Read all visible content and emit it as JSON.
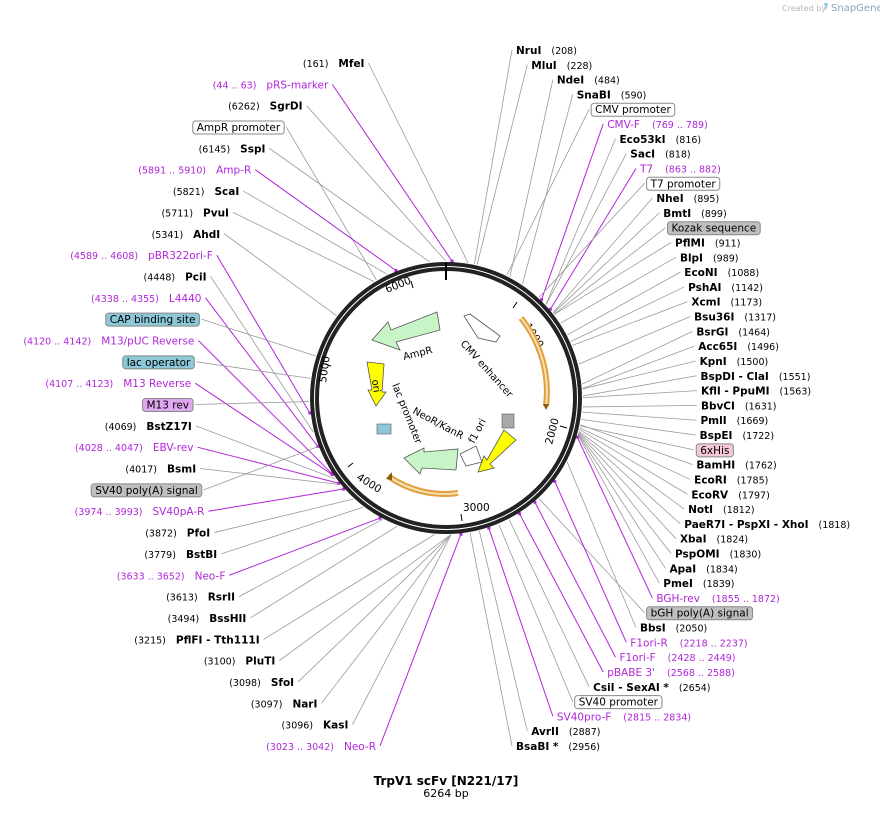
{
  "header": {
    "created_by": "Created by",
    "brand": "SnapGene"
  },
  "plasmid": {
    "name": "TrpV1 scFv [N221/17]",
    "length": "6264 bp"
  },
  "ticks": [
    "1000",
    "2000",
    "3000",
    "4000",
    "5000",
    "6000"
  ],
  "right_labels": [
    {
      "type": "enzyme",
      "name": "NruI",
      "pos": "(208)"
    },
    {
      "type": "enzyme",
      "name": "MluI",
      "pos": "(228)"
    },
    {
      "type": "enzyme",
      "name": "NdeI",
      "pos": "(484)"
    },
    {
      "type": "enzyme",
      "name": "SnaBI",
      "pos": "(590)"
    },
    {
      "type": "feature",
      "name": "CMV promoter"
    },
    {
      "type": "primer",
      "name": "CMV-F",
      "pos": "(769 .. 789)"
    },
    {
      "type": "enzyme",
      "name": "Eco53kI",
      "pos": "(816)"
    },
    {
      "type": "enzyme",
      "name": "SacI",
      "pos": "(818)"
    },
    {
      "type": "primer",
      "name": "T7",
      "pos": "(863 .. 882)"
    },
    {
      "type": "feature",
      "name": "T7 promoter"
    },
    {
      "type": "enzyme",
      "name": "NheI",
      "pos": "(895)"
    },
    {
      "type": "enzyme",
      "name": "BmtI",
      "pos": "(899)"
    },
    {
      "type": "feature",
      "name": "Kozak sequence",
      "fill": "#bfbfbf"
    },
    {
      "type": "enzyme",
      "name": "PflMI",
      "pos": "(911)"
    },
    {
      "type": "enzyme",
      "name": "BlpI",
      "pos": "(989)"
    },
    {
      "type": "enzyme",
      "name": "EcoNI",
      "pos": "(1088)"
    },
    {
      "type": "enzyme",
      "name": "PshAI",
      "pos": "(1142)"
    },
    {
      "type": "enzyme",
      "name": "XcmI",
      "pos": "(1173)"
    },
    {
      "type": "enzyme",
      "name": "Bsu36I",
      "pos": "(1317)"
    },
    {
      "type": "enzyme",
      "name": "BsrGI",
      "pos": "(1464)"
    },
    {
      "type": "enzyme",
      "name": "Acc65I",
      "pos": "(1496)"
    },
    {
      "type": "enzyme",
      "name": "KpnI",
      "pos": "(1500)"
    },
    {
      "type": "enzyme",
      "name": "BspDI - ClaI",
      "pos": "(1551)"
    },
    {
      "type": "enzyme",
      "name": "KflI - PpuMI",
      "pos": "(1563)"
    },
    {
      "type": "enzyme",
      "name": "BbvCI",
      "pos": "(1631)"
    },
    {
      "type": "enzyme",
      "name": "PmlI",
      "pos": "(1669)"
    },
    {
      "type": "enzyme",
      "name": "BspEI",
      "pos": "(1722)"
    },
    {
      "type": "feature",
      "name": "6xHis",
      "fill": "#f4c8d4"
    },
    {
      "type": "enzyme",
      "name": "BamHI",
      "pos": "(1762)"
    },
    {
      "type": "enzyme",
      "name": "EcoRI",
      "pos": "(1785)"
    },
    {
      "type": "enzyme",
      "name": "EcoRV",
      "pos": "(1797)"
    },
    {
      "type": "enzyme",
      "name": "NotI",
      "pos": "(1812)"
    },
    {
      "type": "enzyme",
      "name": "PaeR7I - PspXI - XhoI",
      "pos": "(1818)"
    },
    {
      "type": "enzyme",
      "name": "XbaI",
      "pos": "(1824)"
    },
    {
      "type": "enzyme",
      "name": "PspOMI",
      "pos": "(1830)"
    },
    {
      "type": "enzyme",
      "name": "ApaI",
      "pos": "(1834)"
    },
    {
      "type": "enzyme",
      "name": "PmeI",
      "pos": "(1839)"
    },
    {
      "type": "primer",
      "name": "BGH-rev",
      "pos": "(1855 .. 1872)"
    },
    {
      "type": "feature",
      "name": "bGH poly(A) signal",
      "fill": "#bfbfbf"
    },
    {
      "type": "enzyme",
      "name": "BbsI",
      "pos": "(2050)"
    },
    {
      "type": "primer",
      "name": "F1ori-R",
      "pos": "(2218 .. 2237)"
    },
    {
      "type": "primer",
      "name": "F1ori-F",
      "pos": "(2428 .. 2449)"
    },
    {
      "type": "primer",
      "name": "pBABE 3'",
      "pos": "(2568 .. 2588)"
    },
    {
      "type": "enzyme",
      "name": "CsiI - SexAI *",
      "pos": "(2654)"
    },
    {
      "type": "feature",
      "name": "SV40 promoter"
    },
    {
      "type": "primer",
      "name": "SV40pro-F",
      "pos": "(2815 .. 2834)"
    },
    {
      "type": "enzyme",
      "name": "AvrII",
      "pos": "(2887)"
    },
    {
      "type": "enzyme",
      "name": "BsaBI *",
      "pos": "(2956)"
    }
  ],
  "left_labels": [
    {
      "type": "enzyme",
      "name": "MfeI",
      "pos": "(161)"
    },
    {
      "type": "primer",
      "name": "pRS-marker",
      "pos": "(44 .. 63)"
    },
    {
      "type": "enzyme",
      "name": "SgrDI",
      "pos": "(6262)"
    },
    {
      "type": "feature",
      "name": "AmpR promoter"
    },
    {
      "type": "enzyme",
      "name": "SspI",
      "pos": "(6145)"
    },
    {
      "type": "primer",
      "name": "Amp-R",
      "pos": "(5891 .. 5910)"
    },
    {
      "type": "enzyme",
      "name": "ScaI",
      "pos": "(5821)"
    },
    {
      "type": "enzyme",
      "name": "PvuI",
      "pos": "(5711)"
    },
    {
      "type": "enzyme",
      "name": "AhdI",
      "pos": "(5341)"
    },
    {
      "type": "primer",
      "name": "pBR322ori-F",
      "pos": "(4589 .. 4608)"
    },
    {
      "type": "enzyme",
      "name": "PciI",
      "pos": "(4448)"
    },
    {
      "type": "primer",
      "name": "L4440",
      "pos": "(4338 .. 4355)"
    },
    {
      "type": "feature",
      "name": "CAP binding site",
      "fill": "#8cc8d8"
    },
    {
      "type": "primer",
      "name": "M13/pUC Reverse",
      "pos": "(4120 .. 4142)"
    },
    {
      "type": "feature",
      "name": "lac operator",
      "fill": "#8cc8d8"
    },
    {
      "type": "primer",
      "name": "M13 Reverse",
      "pos": "(4107 .. 4123)"
    },
    {
      "type": "feature",
      "name": "M13 rev",
      "fill": "#e0a8f0"
    },
    {
      "type": "enzyme",
      "name": "BstZ17I",
      "pos": "(4069)"
    },
    {
      "type": "primer",
      "name": "EBV-rev",
      "pos": "(4028 .. 4047)"
    },
    {
      "type": "enzyme",
      "name": "BsmI",
      "pos": "(4017)"
    },
    {
      "type": "feature",
      "name": "SV40 poly(A) signal",
      "fill": "#bfbfbf"
    },
    {
      "type": "primer",
      "name": "SV40pA-R",
      "pos": "(3974 .. 3993)"
    },
    {
      "type": "enzyme",
      "name": "PfoI",
      "pos": "(3872)"
    },
    {
      "type": "enzyme",
      "name": "BstBI",
      "pos": "(3779)"
    },
    {
      "type": "primer",
      "name": "Neo-F",
      "pos": "(3633 .. 3652)"
    },
    {
      "type": "enzyme",
      "name": "RsrII",
      "pos": "(3613)"
    },
    {
      "type": "enzyme",
      "name": "BssHII",
      "pos": "(3494)"
    },
    {
      "type": "enzyme",
      "name": "PflFI - Tth111I",
      "pos": "(3215)"
    },
    {
      "type": "enzyme",
      "name": "PluTI",
      "pos": "(3100)"
    },
    {
      "type": "enzyme",
      "name": "SfoI",
      "pos": "(3098)"
    },
    {
      "type": "enzyme",
      "name": "NarI",
      "pos": "(3097)"
    },
    {
      "type": "enzyme",
      "name": "KasI",
      "pos": "(3096)"
    },
    {
      "type": "primer",
      "name": "Neo-R",
      "pos": "(3023 .. 3042)"
    }
  ],
  "inner_features": [
    {
      "name": "AmpR",
      "color": "#c8f5c8"
    },
    {
      "name": "ori",
      "color": "#ffff00"
    },
    {
      "name": "lac promoter",
      "color": "#ffffff"
    },
    {
      "name": "NeoR/KanR",
      "color": "#c8f5c8"
    },
    {
      "name": "f1 ori",
      "color": "#ffff00"
    },
    {
      "name": "CMV enhancer",
      "color": "#ffffff"
    }
  ]
}
